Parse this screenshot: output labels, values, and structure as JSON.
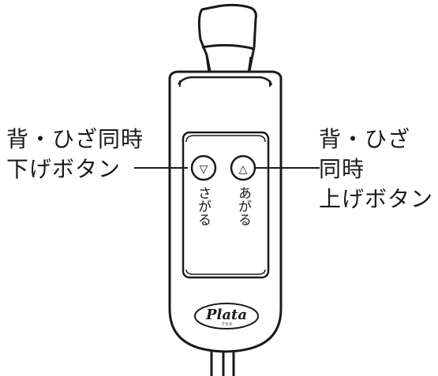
{
  "callouts": {
    "down": {
      "lines": [
        "背・ひざ同時",
        "下げボタン"
      ]
    },
    "up": {
      "lines": [
        "背・ひざ",
        "同時",
        "上げボタン"
      ]
    }
  },
  "buttons": {
    "down": {
      "label": "さがる",
      "glyph": "▽"
    },
    "up": {
      "label": "あがる",
      "glyph": "△"
    }
  },
  "logo": {
    "brand": "Plata",
    "sub": "プラタ"
  },
  "colors": {
    "stroke": "#1a1a1a",
    "fill": "#ffffff"
  }
}
